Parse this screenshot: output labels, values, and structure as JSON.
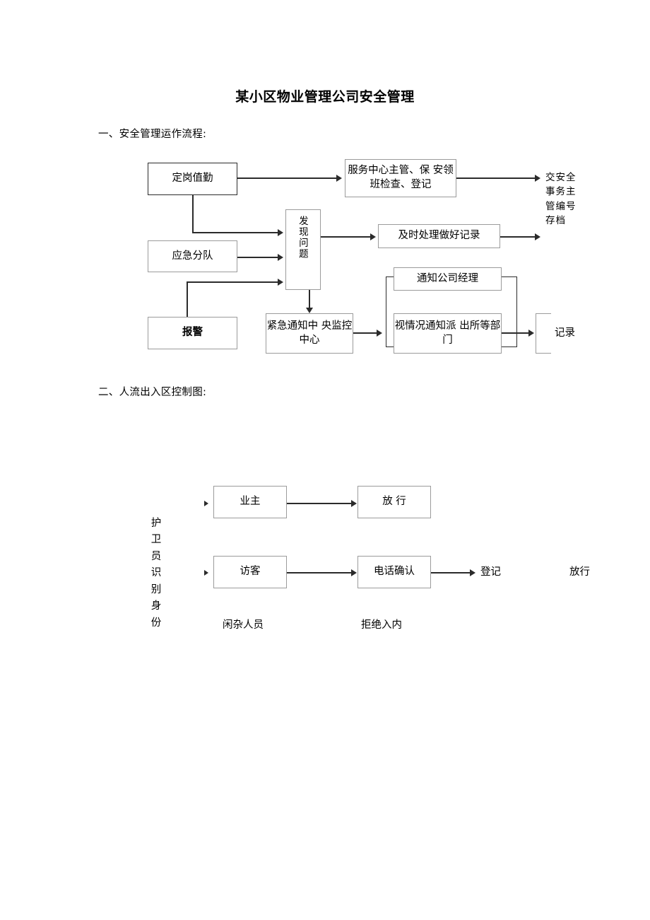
{
  "document": {
    "title": "某小区物业管理公司安全管理"
  },
  "sections": [
    {
      "heading": "一、安全管理运作流程:"
    },
    {
      "heading": "二、人流出入区控制图:"
    }
  ],
  "flowchart_1": {
    "name": "安全管理运作流程",
    "nodes": {
      "duty_post": "定岗值勤",
      "emergency_team": "应急分队",
      "alarm": "报警",
      "discover_problem": "发现问题",
      "service_center_check": "服务中心主管、保\n安领班检查、登记",
      "timely_handle": "及时处理做好记录",
      "emergency_notify_center": "紧急通知中\n央监控中心",
      "notify_manager": "通知公司经理",
      "notify_police": "视情况通知派\n出所等部门",
      "archive": "交安全事务主管编号存档",
      "record": "记录"
    }
  },
  "flowchart_2": {
    "name": "人流出入区控制图",
    "vertical_label": "护卫员识别身份",
    "nodes": {
      "owner": "业主",
      "pass": "放 行",
      "visitor": "访客",
      "phone_confirm": "电话确认",
      "register": "登记",
      "release": "放行",
      "idle_person": "闲杂人员",
      "refuse_entry": "拒绝入内"
    }
  }
}
